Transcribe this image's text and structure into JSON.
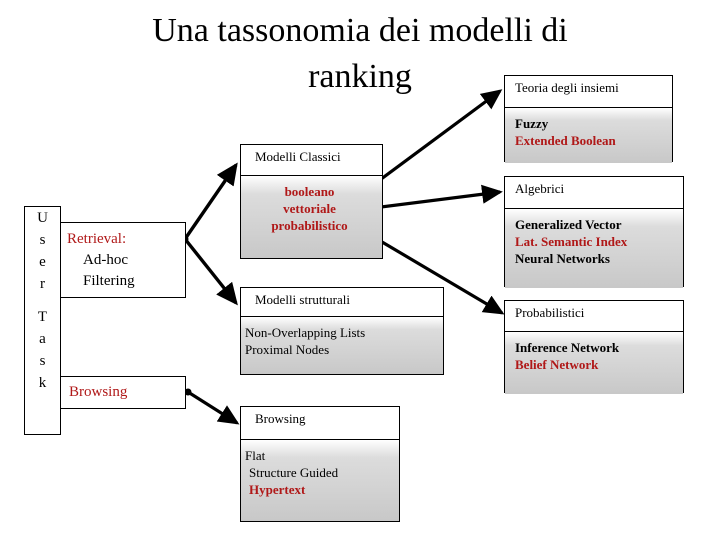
{
  "slide": {
    "title": "Una tassonomia dei modelli di\nranking",
    "background": "#ffffff",
    "accent_red": "#b01818",
    "line_color": "#000000"
  },
  "rail": {
    "name": "User Task",
    "letters_top": [
      "U",
      "s",
      "e",
      "r"
    ],
    "letters_bottom": [
      "T",
      "a",
      "s",
      "k"
    ]
  },
  "task_boxes": {
    "retrieval": {
      "lines": [
        {
          "text": "Retrieval:",
          "red": true
        },
        {
          "text": "Ad-hoc",
          "red": false
        },
        {
          "text": "Filtering",
          "red": false
        }
      ]
    },
    "browsing": {
      "lines": [
        {
          "text": "Browsing",
          "red": true
        }
      ]
    }
  },
  "model_cards": [
    {
      "id": "modelli-classici",
      "header": "Modelli Classici",
      "items": [
        {
          "text": "booleano",
          "bold": true,
          "red": true
        },
        {
          "text": "vettoriale",
          "bold": true,
          "red": true
        },
        {
          "text": "probabilistico",
          "bold": true,
          "red": true
        }
      ]
    },
    {
      "id": "modelli-strutturali",
      "header": "Modelli strutturali",
      "items": [
        {
          "text": "Non-Overlapping Lists",
          "bold": false,
          "red": false
        },
        {
          "text": "Proximal Nodes",
          "bold": false,
          "red": false
        }
      ]
    },
    {
      "id": "browsing",
      "header": "Browsing",
      "items": [
        {
          "text": "Flat",
          "bold": false,
          "red": false
        },
        {
          "text": "Structure Guided",
          "bold": false,
          "red": false
        },
        {
          "text": "Hypertext",
          "bold": true,
          "red": true
        }
      ]
    },
    {
      "id": "teoria-degli-insiemi",
      "header": "Teoria degli insiemi",
      "items": [
        {
          "text": "Fuzzy",
          "bold": true,
          "red": false
        },
        {
          "text": "Extended Boolean",
          "bold": true,
          "red": true
        }
      ]
    },
    {
      "id": "algebrici",
      "header": "Algebrici",
      "items": [
        {
          "text": "Generalized Vector",
          "bold": true,
          "red": false
        },
        {
          "text": "Lat. Semantic Index",
          "bold": true,
          "red": true
        },
        {
          "text": "Neural Networks",
          "bold": true,
          "red": false
        }
      ]
    },
    {
      "id": "probabilistici",
      "header": "Probabilistici",
      "items": [
        {
          "text": "Inference Network",
          "bold": true,
          "red": false
        },
        {
          "text": "Belief Network",
          "bold": true,
          "red": true
        }
      ]
    }
  ],
  "connectors": [
    {
      "from": "retrieval",
      "to": "modelli-classici"
    },
    {
      "from": "retrieval",
      "to": "modelli-strutturali"
    },
    {
      "from": "modelli-classici",
      "to": "teoria-degli-insiemi"
    },
    {
      "from": "modelli-classici",
      "to": "algebrici"
    },
    {
      "from": "modelli-classici",
      "to": "probabilistici"
    },
    {
      "from": "browsing-task",
      "to": "browsing"
    }
  ]
}
